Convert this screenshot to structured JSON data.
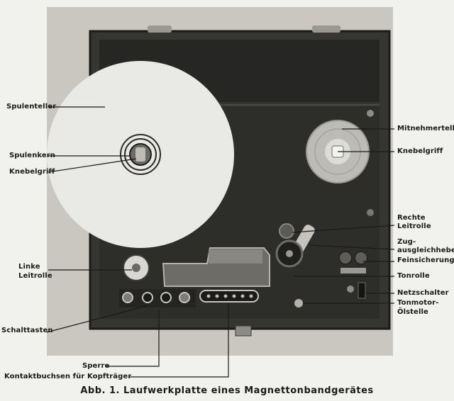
{
  "labels": {
    "spulenteller": "Spulenteller",
    "spulenkern": "Spulenkern",
    "knebelgriff_left": "Knebelgriff",
    "linke_leitrolle_1": "Linke",
    "linke_leitrolle_2": "Leitrolle",
    "schalttasten": "Schalttasten",
    "sperre": "Sperre",
    "kontaktbuchsen": "Kontaktbuchsen für Kopfträger",
    "mitnehmerteller": "Mitnehmerteller",
    "knebelgriff_right": "Knebelgriff",
    "rechte_leitrolle_1": "Rechte",
    "rechte_leitrolle_2": "Leitrolle",
    "zugausgleichhebel_1": "Zug-",
    "zugausgleichhebel_2": "ausgleichhebel",
    "feinsicherungen": "Feinsicherungen",
    "tonrolle": "Tonrolle",
    "netzschalter": "Netzschalter",
    "tonmotor_1": "Tonmotor-",
    "tonmotor_2": "Ölstelle"
  },
  "caption": "Abb. 1. Laufwerkplatte eines Magnettonbandgerätes",
  "colors": {
    "paper": "#f1f1ee",
    "photo_bg": "#c9c7c0",
    "case_dark": "#2a2a28",
    "reel_white": "#e9e9e6"
  }
}
